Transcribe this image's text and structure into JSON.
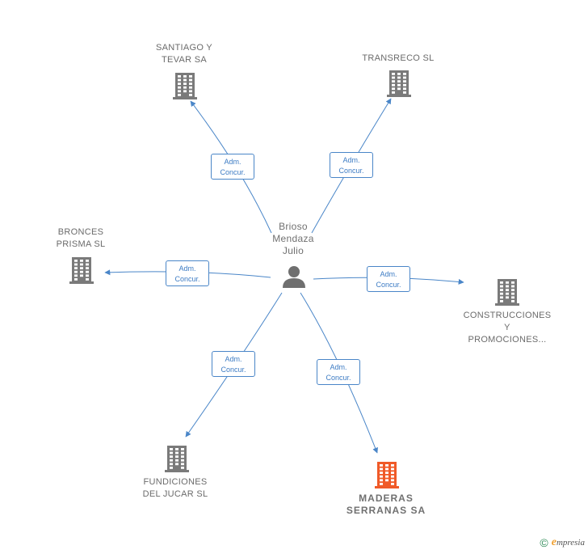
{
  "center": {
    "name_lines": [
      "Brioso",
      "Mendaza",
      "Julio"
    ],
    "icon": "person-icon"
  },
  "companies": [
    {
      "id": "santiago",
      "lines": [
        "SANTIAGO Y",
        "TEVAR SA"
      ],
      "highlight": false,
      "icon": "building-icon"
    },
    {
      "id": "transreco",
      "lines": [
        "TRANSRECO SL"
      ],
      "highlight": false,
      "icon": "building-icon"
    },
    {
      "id": "bronces",
      "lines": [
        "BRONCES",
        "PRISMA SL"
      ],
      "highlight": false,
      "icon": "building-icon"
    },
    {
      "id": "construcciones",
      "lines": [
        "CONSTRUCCIONES",
        "Y",
        "PROMOCIONES..."
      ],
      "highlight": false,
      "icon": "building-icon"
    },
    {
      "id": "fundiciones",
      "lines": [
        "FUNDICIONES",
        "DEL JUCAR SL"
      ],
      "highlight": false,
      "icon": "building-icon"
    },
    {
      "id": "maderas",
      "lines": [
        "MADERAS",
        "SERRANAS SA"
      ],
      "highlight": true,
      "icon": "building-icon"
    }
  ],
  "edges": [
    {
      "to": "santiago",
      "role_lines": [
        "Adm.",
        "Concur."
      ]
    },
    {
      "to": "transreco",
      "role_lines": [
        "Adm.",
        "Concur."
      ]
    },
    {
      "to": "bronces",
      "role_lines": [
        "Adm.",
        "Concur."
      ]
    },
    {
      "to": "construcciones",
      "role_lines": [
        "Adm.",
        "Concur."
      ]
    },
    {
      "to": "fundiciones",
      "role_lines": [
        "Adm.",
        "Concur."
      ]
    },
    {
      "to": "maderas",
      "role_lines": [
        "Adm.",
        "Concur."
      ]
    }
  ],
  "colors": {
    "edge": "#4a86c8",
    "building": "#7a7a7a",
    "building_highlight": "#f05a28",
    "person": "#6f6f6f"
  },
  "footer": {
    "copyright_symbol": "©",
    "brand_initial": "e",
    "brand_rest": "mpresia"
  }
}
